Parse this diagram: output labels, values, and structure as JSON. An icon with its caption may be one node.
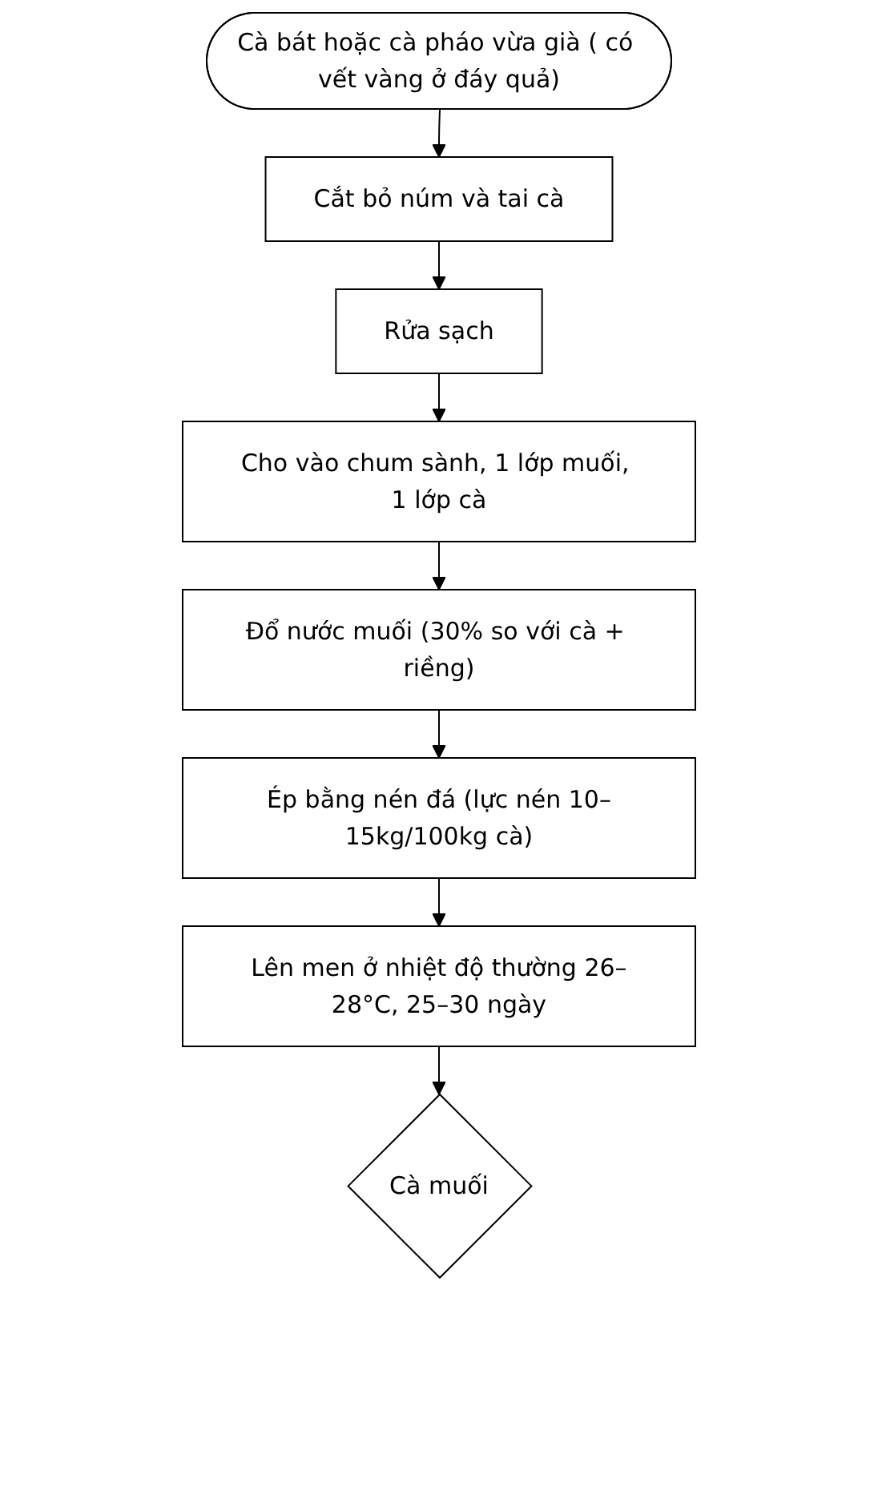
{
  "diagram": {
    "nodes": [
      {
        "text": [
          "Cà bát hoặc cà pháo vừa già ( có vết vàng ở đáy quả)"
        ]
      },
      {
        "text": [
          "Cắt bỏ núm và tai cà"
        ]
      },
      {
        "text": [
          "Rửa sạch"
        ]
      },
      {
        "text": [
          "Cho vào chum sành, 1 lớp muối, 1 lớp cà"
        ]
      },
      {
        "text": [
          "Đổ nước muối (30% so với cà + riềng)"
        ]
      },
      {
        "text": [
          "Ép bằng nén đá (lực nén 10–15kg/100kg cà)"
        ]
      },
      {
        "text": [
          "Lên men ở nhiệt độ thường 26–28°C, 25–30 ngày"
        ]
      },
      {
        "text": [
          "Cà muối"
        ]
      }
    ],
    "edges": [
      {
        "from": 0,
        "to": 1,
        "arrow": "to"
      },
      {
        "from": 1,
        "to": 2,
        "arrow": "to"
      },
      {
        "from": 2,
        "to": 3,
        "arrow": "to"
      },
      {
        "from": 3,
        "to": 4,
        "arrow": "to"
      },
      {
        "from": 4,
        "to": 5,
        "arrow": "to"
      },
      {
        "from": 5,
        "to": 6,
        "arrow": "to"
      },
      {
        "from": 6,
        "to": 7,
        "arrow": "to"
      }
    ]
  }
}
